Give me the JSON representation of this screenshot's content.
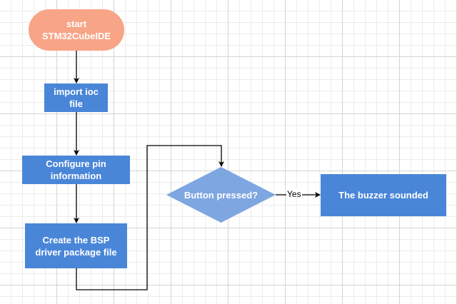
{
  "flowchart": {
    "nodes": {
      "start": {
        "label": "start\nSTM32CubeIDE",
        "shape": "terminal",
        "color": "#f8a487"
      },
      "import": {
        "label": "import ioc\nfile",
        "shape": "process",
        "color": "#4a86d8"
      },
      "configure": {
        "label": "Configure pin\ninformation",
        "shape": "process",
        "color": "#4a86d8"
      },
      "bsp": {
        "label": "Create the BSP\ndriver package file",
        "shape": "process",
        "color": "#4a86d8"
      },
      "decision": {
        "label": "Button pressed?",
        "shape": "decision",
        "color": "#7ea6e0"
      },
      "buzzer": {
        "label": "The buzzer sounded",
        "shape": "process",
        "color": "#4a86d8"
      }
    },
    "edges": [
      {
        "from": "start",
        "to": "import",
        "label": ""
      },
      {
        "from": "import",
        "to": "configure",
        "label": ""
      },
      {
        "from": "configure",
        "to": "bsp",
        "label": ""
      },
      {
        "from": "bsp",
        "to": "decision",
        "label": ""
      },
      {
        "from": "decision",
        "to": "buzzer",
        "label": "Yes"
      }
    ]
  }
}
